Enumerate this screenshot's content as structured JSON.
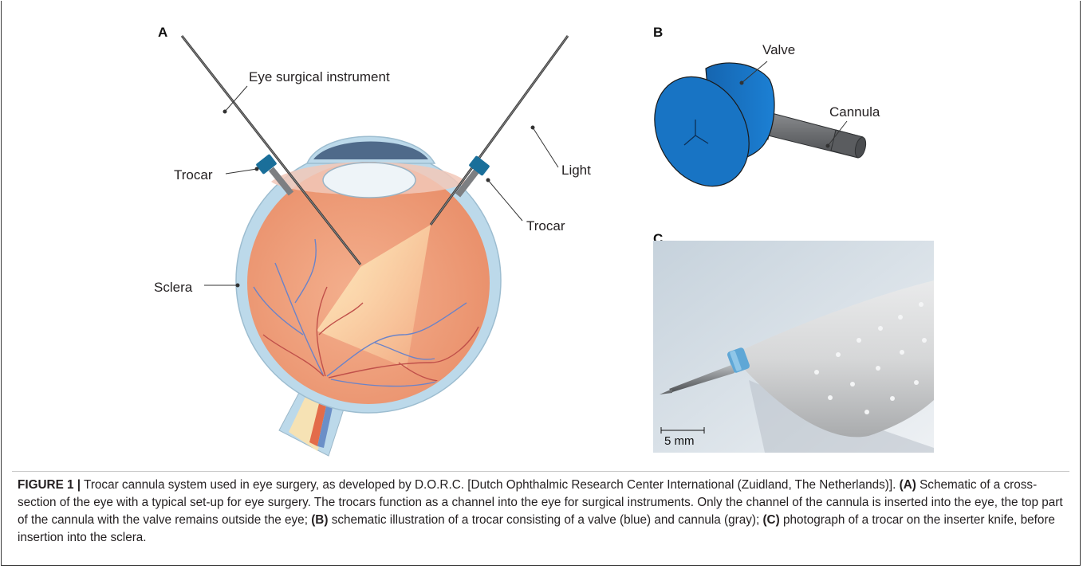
{
  "panels": {
    "a": {
      "letter": "A",
      "labels": {
        "instrument": "Eye surgical instrument",
        "trocar_left": "Trocar",
        "light": "Light",
        "trocar_right": "Trocar",
        "sclera": "Sclera"
      }
    },
    "b": {
      "letter": "B",
      "labels": {
        "valve": "Valve",
        "cannula": "Cannula"
      }
    },
    "c": {
      "letter": "C",
      "scale_bar": "5 mm"
    }
  },
  "caption": {
    "figure_label": "FIGURE 1 |",
    "intro": " Trocar cannula system used in eye surgery, as developed by D.O.R.C. [Dutch Ophthalmic Research Center International (Zuidland, The Netherlands)]. ",
    "tag_a": "(A)",
    "text_a": " Schematic of a cross-section of the eye with a typical set-up for eye surgery. The trocars function as a channel into the eye for surgical instruments. Only the channel of the cannula is inserted into the eye, the top part of the cannula with the valve remains outside the eye; ",
    "tag_b": "(B)",
    "text_b": " schematic illustration of a trocar consisting of a valve (blue) and cannula (gray); ",
    "tag_c": "(C)",
    "text_c": " photograph of a trocar on the inserter knife, before insertion into the sclera."
  },
  "colors": {
    "sclera": "#bcd9ea",
    "retina": "#f0a07e",
    "trocar_valve": "#1a6f9a",
    "valve_blue": "#1874c4",
    "cannula_gray": "#6b6d70"
  }
}
